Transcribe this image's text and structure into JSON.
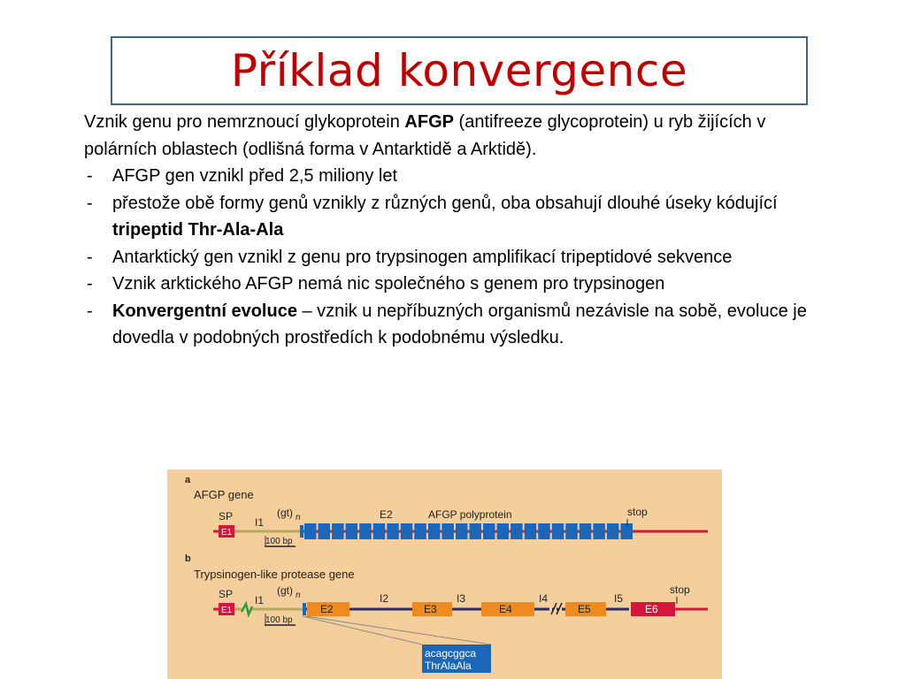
{
  "title": "Příklad konvergence",
  "intro": {
    "t1": "Vznik genu pro nemrznoucí glykoprotein ",
    "b1": "AFGP",
    "t2": " (antifreeze glycoprotein) u ryb žijících v polárních oblastech (odlišná forma v Antarktidě a Arktidě)."
  },
  "bullets": [
    {
      "dash": "-",
      "t1": "AFGP gen vznikl před 2,5 miliony let"
    },
    {
      "dash": "-",
      "t1": "přestože obě formy genů vznikly z různých genů, oba obsahují dlouhé úseky kódující ",
      "b1": "tripeptid Thr-Ala-Ala"
    },
    {
      "dash": "-",
      "t1": "Antarktický gen vznikl z genu pro trypsinogen amplifikací tripeptidové sekvence"
    },
    {
      "dash": "-",
      "t1": "Vznik arktického AFGP nemá nic společného s genem pro trypsinogen"
    },
    {
      "dash": "-",
      "b0": "Konvergentní evoluce",
      "t1": " – vznik u nepříbuzných organismů nezávisle na sobě, evoluce je dovedla v podobných prostředích k podobnému výsledku."
    }
  ],
  "figure": {
    "panel_a": {
      "letter": "a",
      "name": "AFGP gene",
      "sp": "SP",
      "i1": "I1",
      "gt": "(gt)",
      "n": "n",
      "e1": "E1",
      "e2": "E2",
      "polyprotein": "AFGP polyprotein",
      "stop": "stop",
      "scale": "100 bp"
    },
    "panel_b": {
      "letter": "b",
      "name": "Trypsinogen-like protease gene",
      "sp": "SP",
      "i1": "I1",
      "gt": "(gt)",
      "n": "n",
      "e1": "E1",
      "stop": "stop",
      "scale": "100 bp",
      "exons": [
        "E2",
        "E3",
        "E4",
        "E5",
        "E6"
      ],
      "introns": [
        "I2",
        "I3",
        "I4",
        "I5"
      ],
      "seq1": "acagcggca",
      "seq2": "ThrAlaAla"
    },
    "colors": {
      "background": "#f4cf9b",
      "red": "#d7143c",
      "blue": "#1a66b8",
      "orange": "#ee8a1e",
      "olive": "#b5a95e",
      "navy": "#2c2a6b",
      "green": "#2a9d3a"
    }
  }
}
